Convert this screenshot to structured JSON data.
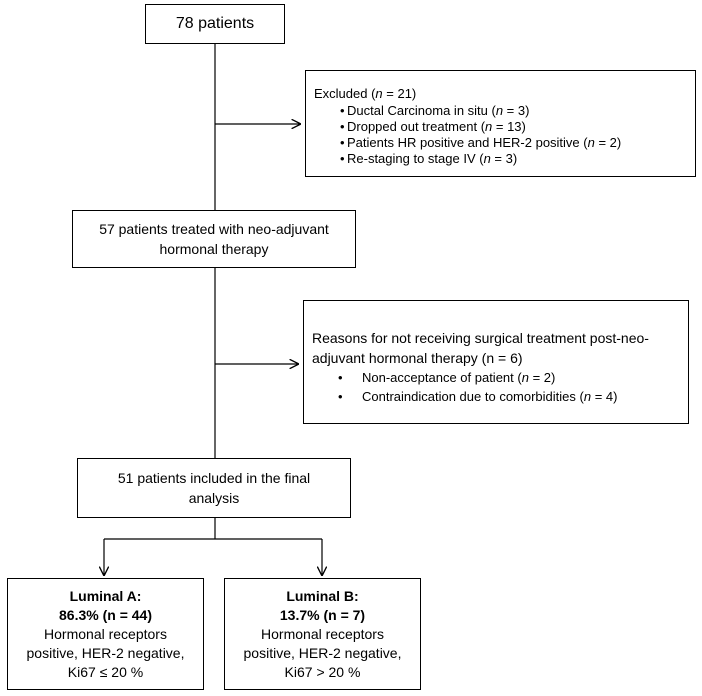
{
  "total": {
    "text": "78 patients"
  },
  "excluded": {
    "title_prefix": "Excluded (",
    "title_n": "n",
    "title_suffix": " = 21)",
    "items": [
      {
        "text": "Ductal Carcinoma in situ (",
        "n": "n",
        "suffix": " = 3)"
      },
      {
        "text": "Dropped out treatment (",
        "n": "n",
        "suffix": " = 13)"
      },
      {
        "text": "Patients HR positive and HER-2 positive (",
        "n": "n",
        "suffix": " = 2)"
      },
      {
        "text": "Re-staging to stage IV (",
        "n": "n",
        "suffix": " = 3)"
      }
    ]
  },
  "treated": {
    "line1": "57 patients treated with neo-adjuvant",
    "line2": "hormonal therapy"
  },
  "reasons": {
    "line1": "Reasons for not receiving surgical treatment post-neo-",
    "line2": "adjuvant hormonal therapy (n = 6)",
    "items": [
      {
        "text": "Non-acceptance of patient (",
        "n": "n",
        "suffix": " = 2)"
      },
      {
        "text": "Contraindication due to comorbidities (",
        "n": "n",
        "suffix": " = 4)"
      }
    ]
  },
  "included": {
    "line1": "51 patients included in the final",
    "line2": "analysis"
  },
  "luminal_a": {
    "title": "Luminal A:",
    "stat": "86.3% (n = 44)",
    "line1": "Hormonal receptors",
    "line2": "positive, HER-2 negative,",
    "line3": "Ki67 ≤ 20 %"
  },
  "luminal_b": {
    "title": "Luminal B:",
    "stat": "13.7% (n = 7)",
    "line1": "Hormonal receptors",
    "line2": "positive, HER-2 negative,",
    "line3": "Ki67 > 20 %"
  }
}
